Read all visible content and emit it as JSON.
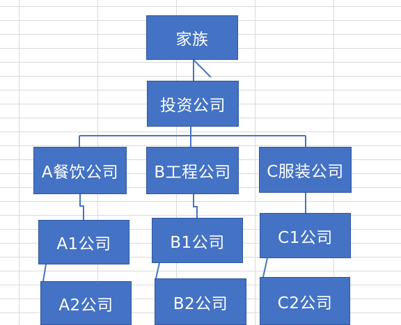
{
  "nodes": {
    "root": "家族",
    "investment": "投资公司",
    "a_catering": "A餐饮公司",
    "b_engineering": "B工程公司",
    "c_clothing": "C服装公司",
    "a1": "A1公司",
    "a2": "A2公司",
    "b1": "B1公司",
    "b2": "B2公司",
    "c1": "C1公司",
    "c2": "C2公司"
  },
  "colors": {
    "node_fill": "#4472c4",
    "node_border": "#2f5597",
    "node_text": "#ffffff",
    "connector": "#4472c4",
    "gridline": "#d9d9d9"
  }
}
